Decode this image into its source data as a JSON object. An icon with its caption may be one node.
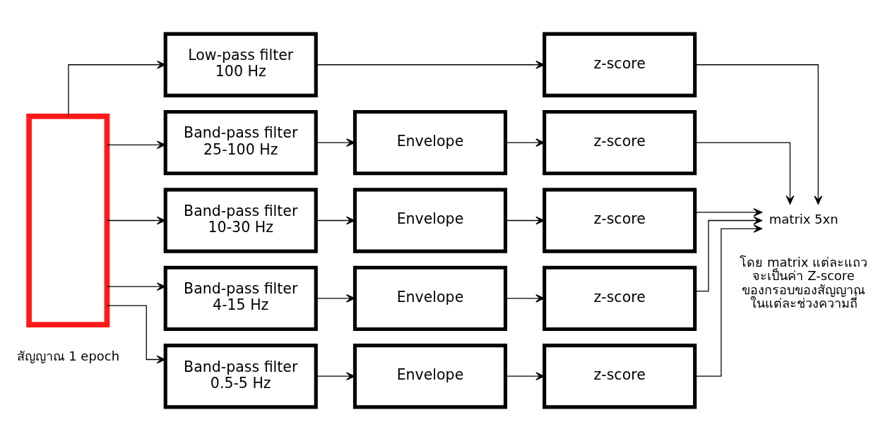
{
  "diagram": {
    "nodes": [
      {
        "text": [],
        "shape": "box",
        "beside": [
          "สัญญาณ 1 epoch"
        ]
      },
      {
        "text": [
          "Low-pass filter 100 Hz"
        ]
      },
      {
        "text": [
          "Band-pass filter 25-100 Hz"
        ]
      },
      {
        "text": [
          "Band-pass filter 10-30 Hz"
        ]
      },
      {
        "text": [
          "Band-pass filter 4-15 Hz"
        ]
      },
      {
        "text": [
          "Band-pass filter 0.5-5 Hz"
        ]
      },
      {
        "text": [
          "Envelope"
        ]
      },
      {
        "text": [
          "Envelope"
        ]
      },
      {
        "text": [
          "Envelope"
        ]
      },
      {
        "text": [
          "Envelope"
        ]
      },
      {
        "text": [
          "z-score"
        ]
      },
      {
        "text": [
          "z-score"
        ]
      },
      {
        "text": [
          "z-score"
        ]
      },
      {
        "text": [
          "z-score"
        ]
      },
      {
        "text": [
          "z-score"
        ]
      },
      {
        "text": [
          "matrix 5xn"
        ],
        "beside": [
          "โดย matrix แต่ละแถว จะเป็นค่า Z-score ของกรอบของสัญญาณ ในแต่ละช่วงความถี่"
        ]
      }
    ],
    "edges": [
      {
        "from": 0,
        "to": 1,
        "arrow": "to"
      },
      {
        "from": 0,
        "to": 2,
        "arrow": "to"
      },
      {
        "from": 0,
        "to": 3,
        "arrow": "to"
      },
      {
        "from": 0,
        "to": 4,
        "arrow": "to"
      },
      {
        "from": 0,
        "to": 5,
        "arrow": "to"
      },
      {
        "from": 1,
        "to": 10,
        "arrow": "to"
      },
      {
        "from": 2,
        "to": 6,
        "arrow": "to"
      },
      {
        "from": 6,
        "to": 11,
        "arrow": "to"
      },
      {
        "from": 3,
        "to": 7,
        "arrow": "to"
      },
      {
        "from": 7,
        "to": 12,
        "arrow": "to"
      },
      {
        "from": 4,
        "to": 8,
        "arrow": "to"
      },
      {
        "from": 8,
        "to": 13,
        "arrow": "to"
      },
      {
        "from": 5,
        "to": 9,
        "arrow": "to"
      },
      {
        "from": 9,
        "to": 14,
        "arrow": "to"
      },
      {
        "from": 10,
        "to": 15,
        "arrow": "to"
      },
      {
        "from": 11,
        "to": 15,
        "arrow": "to"
      },
      {
        "from": 12,
        "to": 15,
        "arrow": "to"
      },
      {
        "from": 13,
        "to": 15,
        "arrow": "to"
      },
      {
        "from": 14,
        "to": 15,
        "arrow": "to"
      }
    ]
  }
}
